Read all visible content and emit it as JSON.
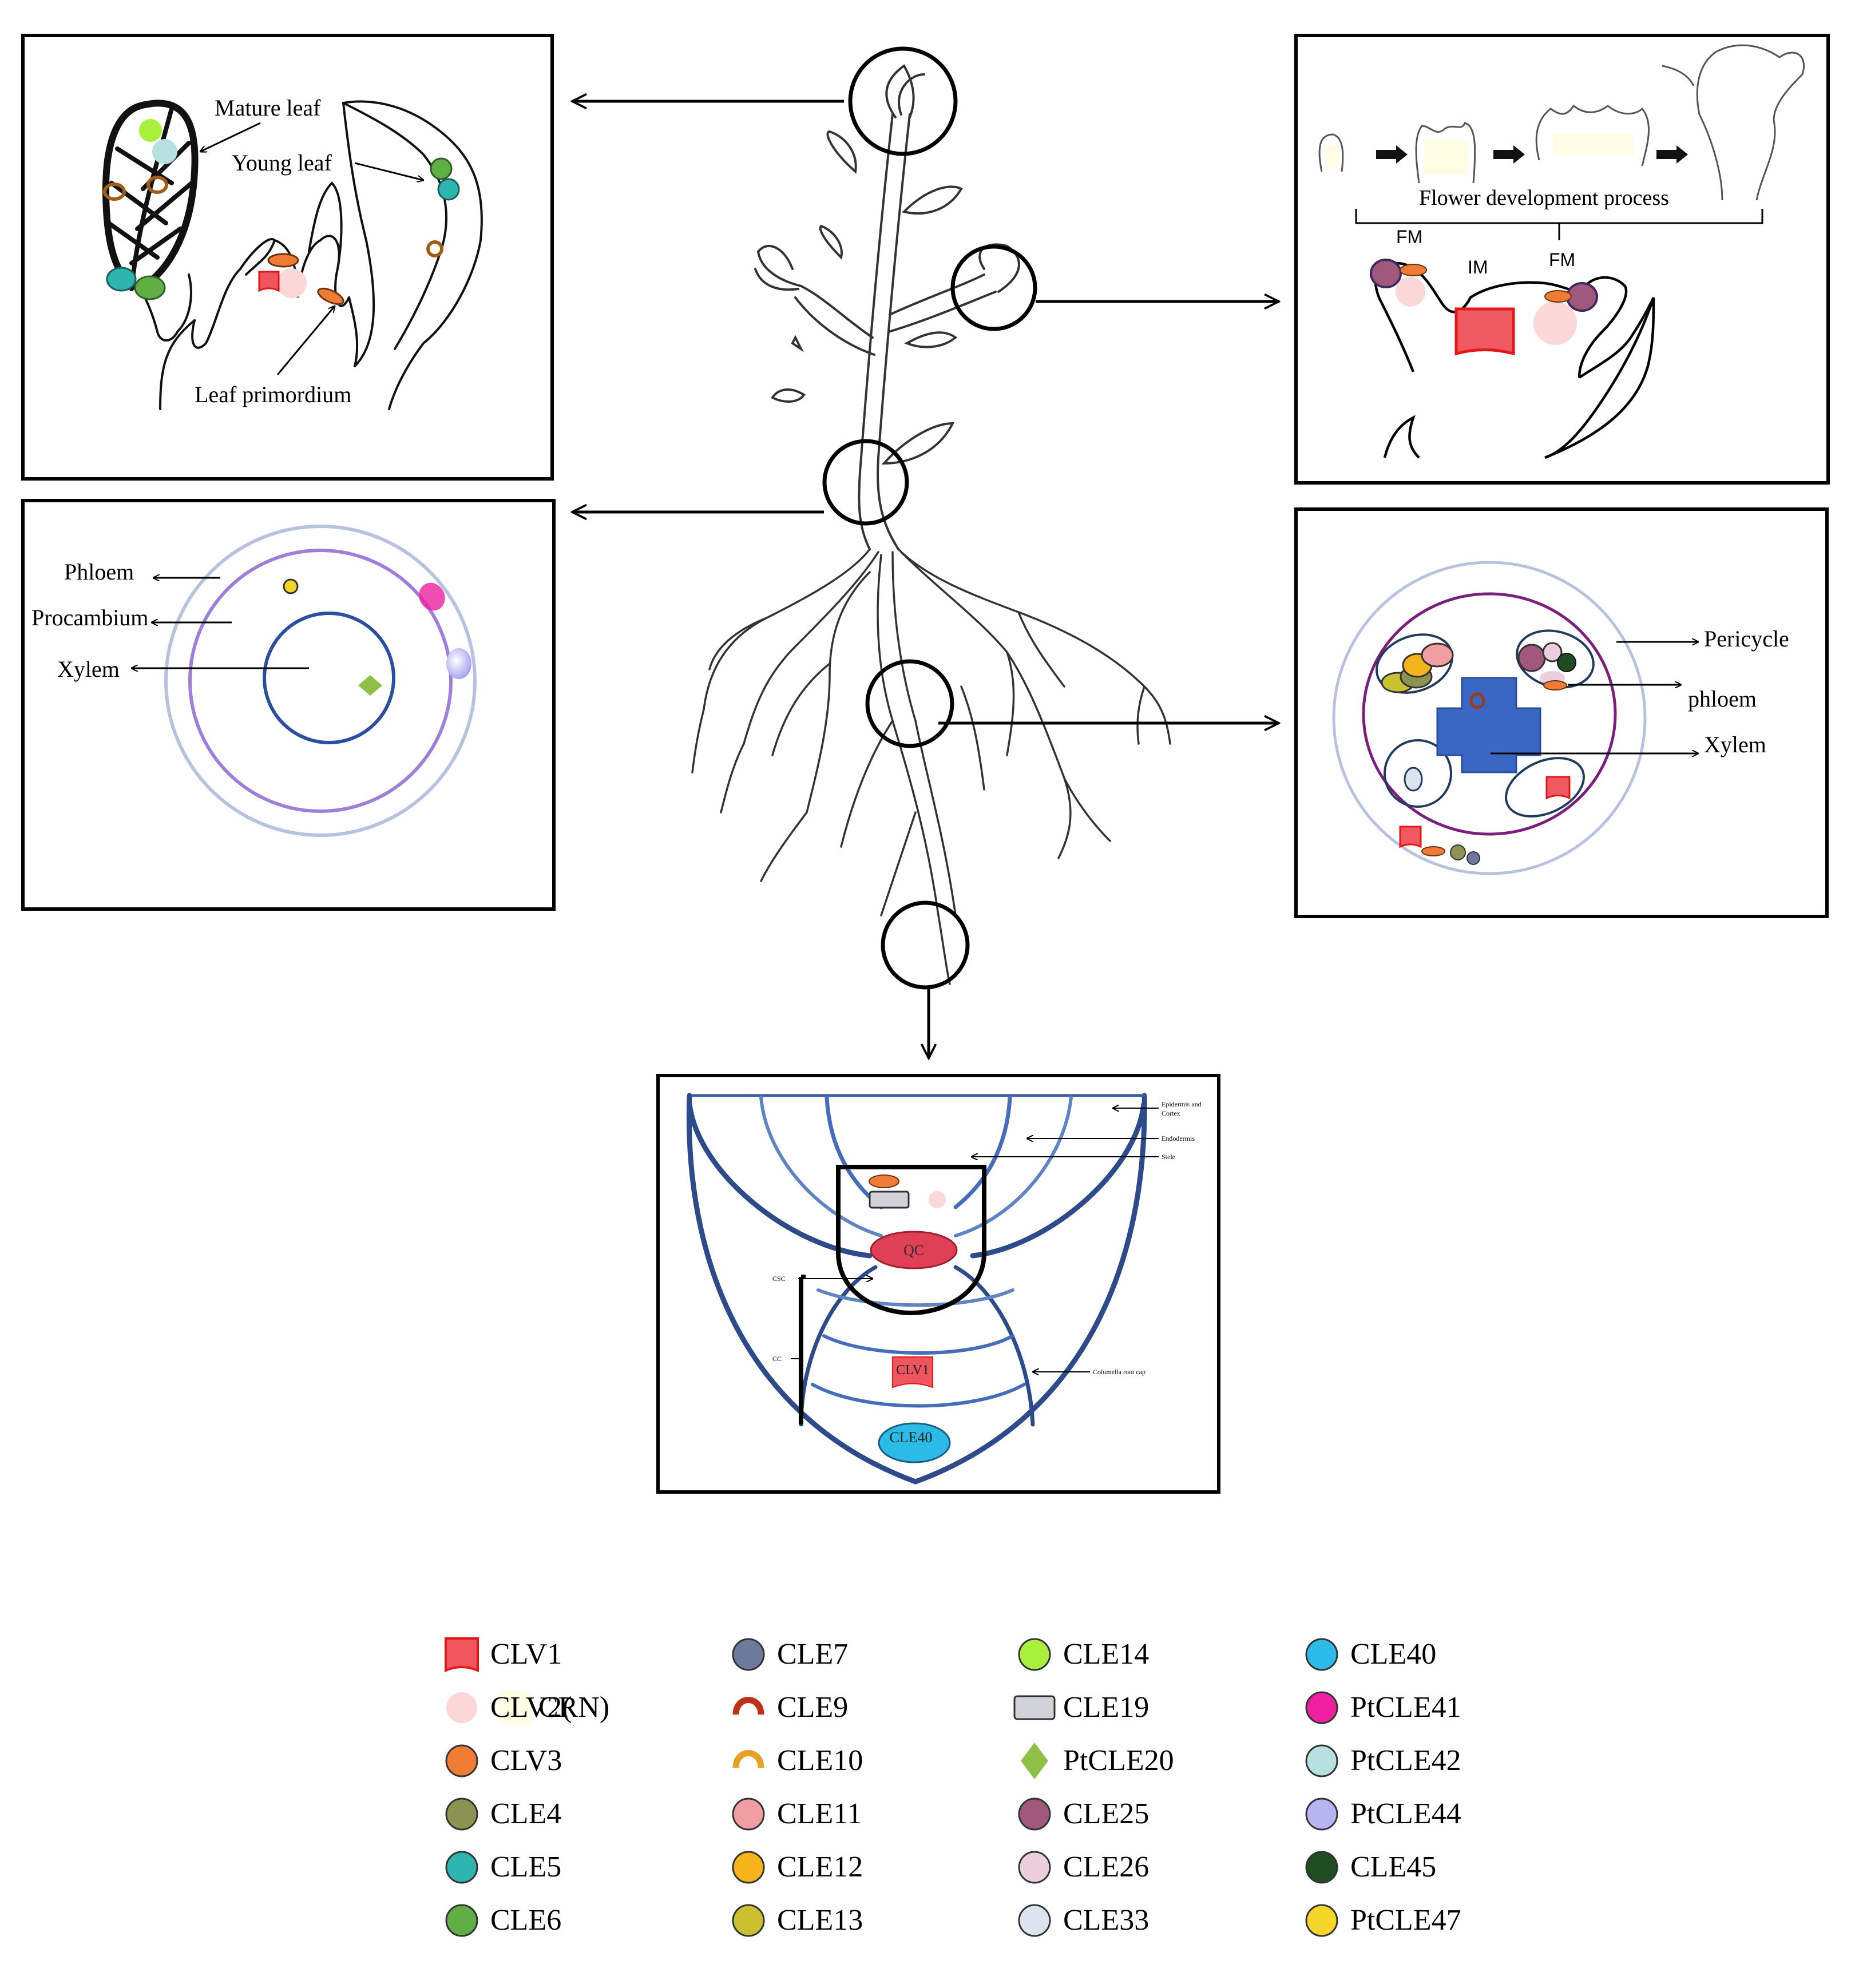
{
  "panels": {
    "shoot": {
      "mature_leaf": "Mature leaf",
      "young_leaf": "Young leaf",
      "leaf_primordium": "Leaf primordium"
    },
    "flower": {
      "process": "Flower development process",
      "fm_left": "FM",
      "im": "IM",
      "fm_right": "FM"
    },
    "stem": {
      "phloem": "Phloem",
      "procambium": "Procambium",
      "xylem": "Xylem"
    },
    "root_section": {
      "pericycle": "Pericycle",
      "phloem": "phloem",
      "xylem": "Xylem"
    },
    "root_tip": {
      "qc": "QC",
      "clv1": "CLV1",
      "cle40": "CLE40",
      "epidermis_cortex_1": "Epidermis and",
      "epidermis_cortex_2": "Cortex",
      "endodermis": "Endodermis",
      "stele": "Stele",
      "csc": "CSC",
      "cc": "CC",
      "columella": "Columella root cap"
    }
  },
  "legend": [
    {
      "label": "CLV1",
      "color": "#f0545c",
      "shape": "cup"
    },
    {
      "label": "CLV2(",
      "label2": "CRN)",
      "color": "#fbd7d7",
      "color2": "#fffde3",
      "shape": "circle2"
    },
    {
      "label": "CLV3",
      "color": "#ef7b35",
      "shape": "circle"
    },
    {
      "label": "CLE4",
      "color": "#8c9250",
      "shape": "circle"
    },
    {
      "label": "CLE5",
      "color": "#2fb5b0",
      "shape": "circle"
    },
    {
      "label": "CLE6",
      "color": "#5fae46",
      "shape": "circle"
    },
    {
      "label": "CLE7",
      "color": "#6c7a9c",
      "shape": "circle"
    },
    {
      "label": "CLE9",
      "color": "#c0311a",
      "shape": "arch"
    },
    {
      "label": "CLE10",
      "color": "#e8a126",
      "shape": "arch"
    },
    {
      "label": "CLE11",
      "color": "#f09ea2",
      "shape": "circle"
    },
    {
      "label": "CLE12",
      "color": "#f5b41c",
      "shape": "circle"
    },
    {
      "label": "CLE13",
      "color": "#c9c132",
      "shape": "circle"
    },
    {
      "label": "CLE14",
      "color": "#a8f03b",
      "shape": "circle"
    },
    {
      "label": "CLE19",
      "color": "#d2d3d8",
      "shape": "rect"
    },
    {
      "label": "PtCLE20",
      "color": "#8fbf45",
      "shape": "diamond"
    },
    {
      "label": "CLE25",
      "color": "#a0587c",
      "shape": "circle"
    },
    {
      "label": "CLE26",
      "color": "#ebcfda",
      "shape": "circle"
    },
    {
      "label": "CLE33",
      "color": "#dce4ef",
      "shape": "circle"
    },
    {
      "label": "CLE40",
      "color": "#2bbbe6",
      "shape": "circle"
    },
    {
      "label": "PtCLE41",
      "color": "#ee1fa0",
      "shape": "circle"
    },
    {
      "label": "PtCLE42",
      "color": "#b7e1e0",
      "shape": "circle"
    },
    {
      "label": "PtCLE44",
      "color": "#b8b4f2",
      "shape": "circle"
    },
    {
      "label": "CLE45",
      "color": "#1f4d22",
      "shape": "circle"
    },
    {
      "label": "PtCLE47",
      "color": "#f6d52b",
      "shape": "circle"
    }
  ]
}
